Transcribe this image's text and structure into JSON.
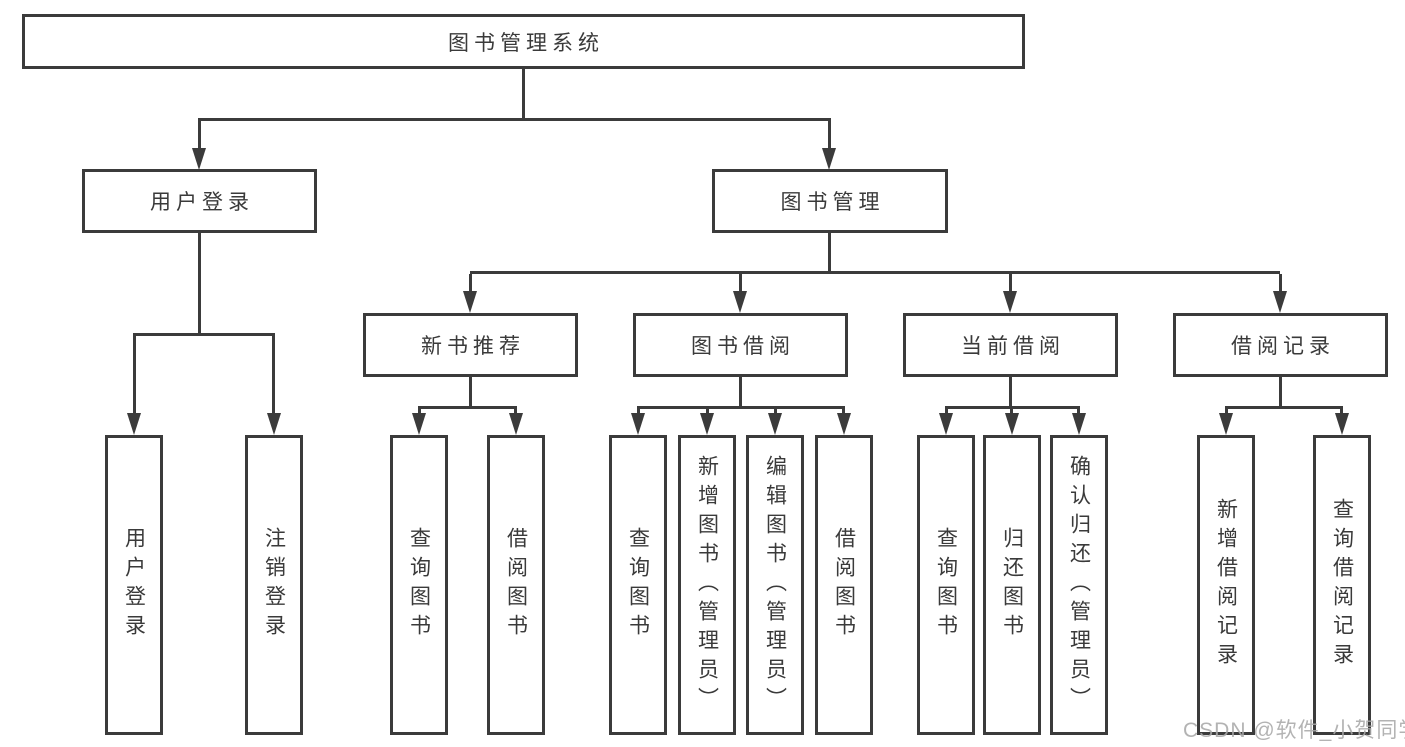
{
  "diagram": {
    "root": {
      "label": "图书管理系统"
    },
    "level2": {
      "user_login": {
        "label": "用户登录"
      },
      "book_mgmt": {
        "label": "图书管理"
      }
    },
    "level3": {
      "new_books": {
        "label": "新书推荐"
      },
      "book_borrow": {
        "label": "图书借阅"
      },
      "current_borrow": {
        "label": "当前借阅"
      },
      "borrow_records": {
        "label": "借阅记录"
      }
    },
    "leaves": {
      "login": [
        {
          "label": "用户登录"
        },
        {
          "label": "注销登录"
        }
      ],
      "new_books": [
        {
          "label": "查询图书"
        },
        {
          "label": "借阅图书"
        }
      ],
      "book_borrow": [
        {
          "label": "查询图书"
        },
        {
          "label": "新增图书（管理员）"
        },
        {
          "label": "编辑图书（管理员）"
        },
        {
          "label": "借阅图书"
        }
      ],
      "current_borrow": [
        {
          "label": "查询图书"
        },
        {
          "label": "归还图书"
        },
        {
          "label": "确认归还（管理员）"
        }
      ],
      "borrow_records": [
        {
          "label": "新增借阅记录"
        },
        {
          "label": "查询借阅记录"
        }
      ]
    },
    "watermark": {
      "text": "CSDN @软件_小贺同学"
    }
  },
  "colors": {
    "line": "#3b3b3b",
    "text": "#3a3a3a",
    "watermark": "#a9a9a9",
    "background": "#ffffff"
  }
}
